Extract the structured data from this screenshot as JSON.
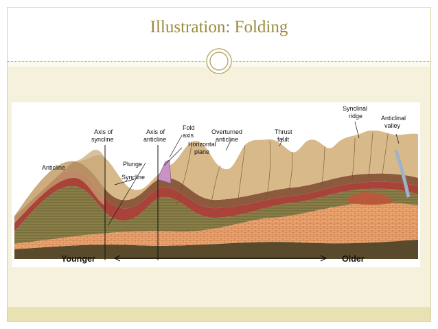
{
  "slide": {
    "title": "Illustration: Folding"
  },
  "figure": {
    "labels": {
      "anticline": "Anticline",
      "axis_of_syncline_1": "Axis of",
      "axis_of_syncline_2": "syncline",
      "axis_of_anticline_1": "Axis of",
      "axis_of_anticline_2": "anticline",
      "fold_axis_1": "Fold",
      "fold_axis_2": "axis",
      "plunge": "Plunge",
      "syncline": "Syncline",
      "horizontal_plane_1": "Horizontal",
      "horizontal_plane_2": "plane",
      "overturned_anticline_1": "Overturned",
      "overturned_anticline_2": "anticline",
      "thrust_fault_1": "Thrust",
      "thrust_fault_2": "fault",
      "synclinal_ridge_1": "Synclinal",
      "synclinal_ridge_2": "ridge",
      "anticlinal_valley_1": "Anticlinal",
      "anticlinal_valley_2": "valley",
      "younger": "Younger",
      "older": "Older"
    }
  },
  "colors": {
    "title": "#9b8a3c",
    "accent_band": "#e8e1b2",
    "rock_tan": "#d8b98a",
    "rock_brown": "#8c5a3c",
    "rock_red": "#a8433a",
    "rock_orange": "#e6a06a",
    "rock_olive": "#7d7440",
    "rock_dark": "#4a3a22"
  }
}
